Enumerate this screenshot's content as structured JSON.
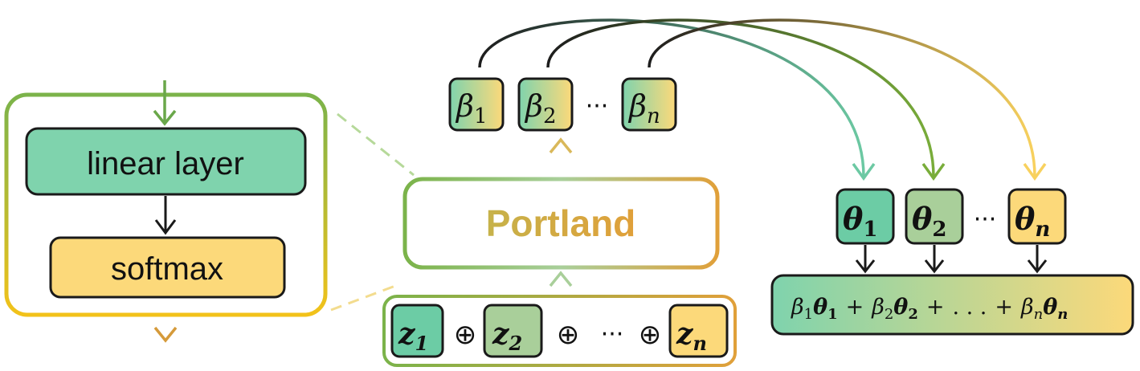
{
  "expanded_module": {
    "linear_label": "linear layer",
    "softmax_label": "softmax"
  },
  "model": {
    "name": "Portland"
  },
  "inputs": {
    "z": [
      "z",
      "z",
      "z"
    ],
    "z_subs": [
      "1",
      "2",
      "n"
    ],
    "oplus": "⊕",
    "ellipsis": "···"
  },
  "betas": {
    "symbol": "β",
    "subs": [
      "1",
      "2",
      "n"
    ],
    "ellipsis": "···"
  },
  "thetas": {
    "symbol": "θ",
    "subs": [
      "1",
      "2",
      "n"
    ],
    "ellipsis": "···"
  },
  "combination": {
    "terms": [
      "β",
      "θ",
      "1",
      "β",
      "θ",
      "2",
      "β",
      "θ",
      "n"
    ],
    "plus": "+",
    "dots": ". . ."
  },
  "colors": {
    "teal": "#7fd3ad",
    "sage": "#a9cf9a",
    "yellow": "#fcd97a",
    "green": "#7bb34a",
    "orange": "#e0a03a"
  }
}
